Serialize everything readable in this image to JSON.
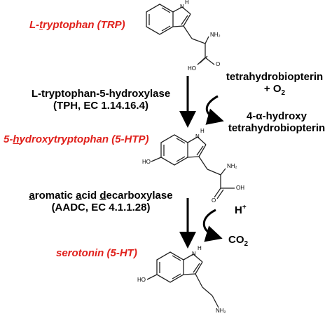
{
  "colors": {
    "compound_label": "#e0201b",
    "text": "#000000",
    "bond": "#222222"
  },
  "compounds": [
    {
      "name_prefix": "L-",
      "name_underlined": "t",
      "name_suffix": "ryptophan (TRP)"
    },
    {
      "name_prefix": "5-",
      "name_underlined": "h",
      "name_suffix": "ydroxytryptophan (5-HTP)"
    },
    {
      "name": "serotonin (5-HT)"
    }
  ],
  "step1": {
    "enzyme_line1": "L-tryptophan-5-hydroxylase",
    "enzyme_line2": "(TPH, EC 1.14.16.4)",
    "cofactor_in_line1": "tetrahydrobiopterin",
    "cofactor_in_line2_prefix": "+ O",
    "cofactor_in_line2_sub": "2",
    "cofactor_out_line1": "4-α-hydroxy",
    "cofactor_out_line2": "tetrahydrobiopterin"
  },
  "step2": {
    "enzyme_line1_parts": [
      {
        "text": "a",
        "u": true
      },
      {
        "text": "romatic ",
        "u": false
      },
      {
        "text": "a",
        "u": true
      },
      {
        "text": "cid ",
        "u": false
      },
      {
        "text": "d",
        "u": true
      },
      {
        "text": "ecarboxylase",
        "u": false
      }
    ],
    "enzyme_line2": "(AADC, EC 4.1.1.28)",
    "cofactor_in_main": "H",
    "cofactor_in_sup": "+",
    "cofactor_out_main": "CO",
    "cofactor_out_sub": "2"
  },
  "atoms": {
    "trp_nh": "H",
    "trp_n": "N",
    "trp_nh2": "NH₂",
    "trp_ho": "HO",
    "trp_o": "O",
    "htp_nh": "H",
    "htp_n": "N",
    "htp_ho_ring": "HO",
    "htp_nh2": "NH₂",
    "htp_oh": "OH",
    "htp_o": "O",
    "ser_nh": "H",
    "ser_n": "N",
    "ser_ho": "HO",
    "ser_nh2": "NH₂"
  }
}
